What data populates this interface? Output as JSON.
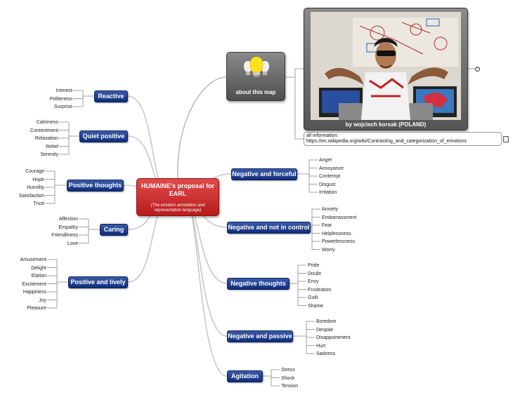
{
  "center": {
    "title": "HUMAINE's proposal for EARL",
    "subtitle": "(The emotion annotation and representation language)"
  },
  "about": {
    "label": "about this map"
  },
  "photo": {
    "caption": "by wojciech korsak (POLAND)"
  },
  "info": {
    "line1": "all information:",
    "line2": "https://en.wikipedia.org/wiki/Contrasting_and_categorization_of_emotions"
  },
  "categories": [
    {
      "label": "Reactive",
      "items": [
        "Interest",
        "Politeness",
        "Surprise"
      ]
    },
    {
      "label": "Quiet positive",
      "items": [
        "Calmness",
        "Contentment",
        "Relaxation",
        "Relief",
        "Serenity"
      ]
    },
    {
      "label": "Positive thoughts",
      "items": [
        "Courage",
        "Hope",
        "Humility",
        "Satisfaction",
        "Trust"
      ]
    },
    {
      "label": "Caring",
      "items": [
        "Affection",
        "Empathy",
        "Friendliness",
        "Love"
      ]
    },
    {
      "label": "Positive and lively",
      "items": [
        "Amusement",
        "Delight",
        "Elation",
        "Excitement",
        "Happiness",
        "Joy",
        "Pleasure"
      ]
    },
    {
      "label": "Negative and forceful",
      "items": [
        "Anger",
        "Annoyance",
        "Contempt",
        "Disgust",
        "Irritation"
      ]
    },
    {
      "label": "Negative and not in control",
      "items": [
        "Anxiety",
        "Embarrassment",
        "Fear",
        "Helplessness",
        "Powerlessness",
        "Worry"
      ]
    },
    {
      "label": "Negative thoughts",
      "items": [
        "Pride",
        "Doubt",
        "Envy",
        "Frustration",
        "Guilt",
        "Shame"
      ]
    },
    {
      "label": "Negative and passive",
      "items": [
        "Boredom",
        "Despair",
        "Disappointment",
        "Hurt",
        "Sadness"
      ]
    },
    {
      "label": "Agitation",
      "items": [
        "Stress",
        "Shock",
        "Tension"
      ]
    }
  ]
}
